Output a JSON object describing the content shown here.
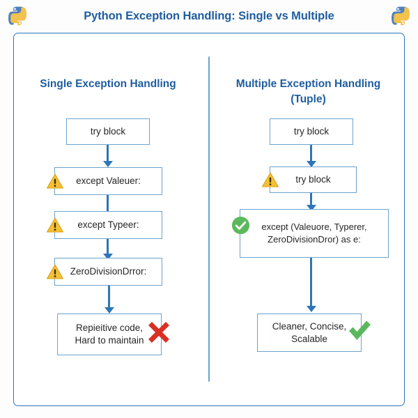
{
  "header": {
    "title": "Python Exception Handling: Single vs Multiple",
    "logo_left": "python-logo",
    "logo_right": "python-logo",
    "title_color": "#1f5d9e"
  },
  "theme": {
    "frame_border": "#2e75b6",
    "divider": "#6ba3cf",
    "box_border": "#6ba3cf",
    "arrow": "#2e75b6",
    "warning": "#f5c032",
    "success": "#5cb85c",
    "danger": "#d93025",
    "text": "#262626"
  },
  "columns": [
    {
      "heading": "Single Exception Handling",
      "nodes": [
        {
          "label": "try block",
          "icon": null
        },
        {
          "label": "except Valeuer:",
          "icon": "warning-triangle-icon"
        },
        {
          "label": "except Typeer:",
          "icon": "warning-triangle-icon"
        },
        {
          "label": "ZeroDivisionDrror:",
          "icon": "warning-triangle-icon"
        },
        {
          "label": "Repieitive code,\nHard to maintain",
          "icon": "red-x-icon"
        }
      ]
    },
    {
      "heading": "Multiple Exception Handling\n(Tuple)",
      "nodes": [
        {
          "label": "try block",
          "icon": null
        },
        {
          "label": "try block",
          "icon": "warning-triangle-icon"
        },
        {
          "label": "except (Valeuore, Typerer,\nZeroDivisionDror) as e:",
          "icon": "green-check-circle-icon"
        },
        {
          "label": "Cleaner, Concise,\nScalable",
          "icon": "green-check-icon"
        }
      ]
    }
  ]
}
